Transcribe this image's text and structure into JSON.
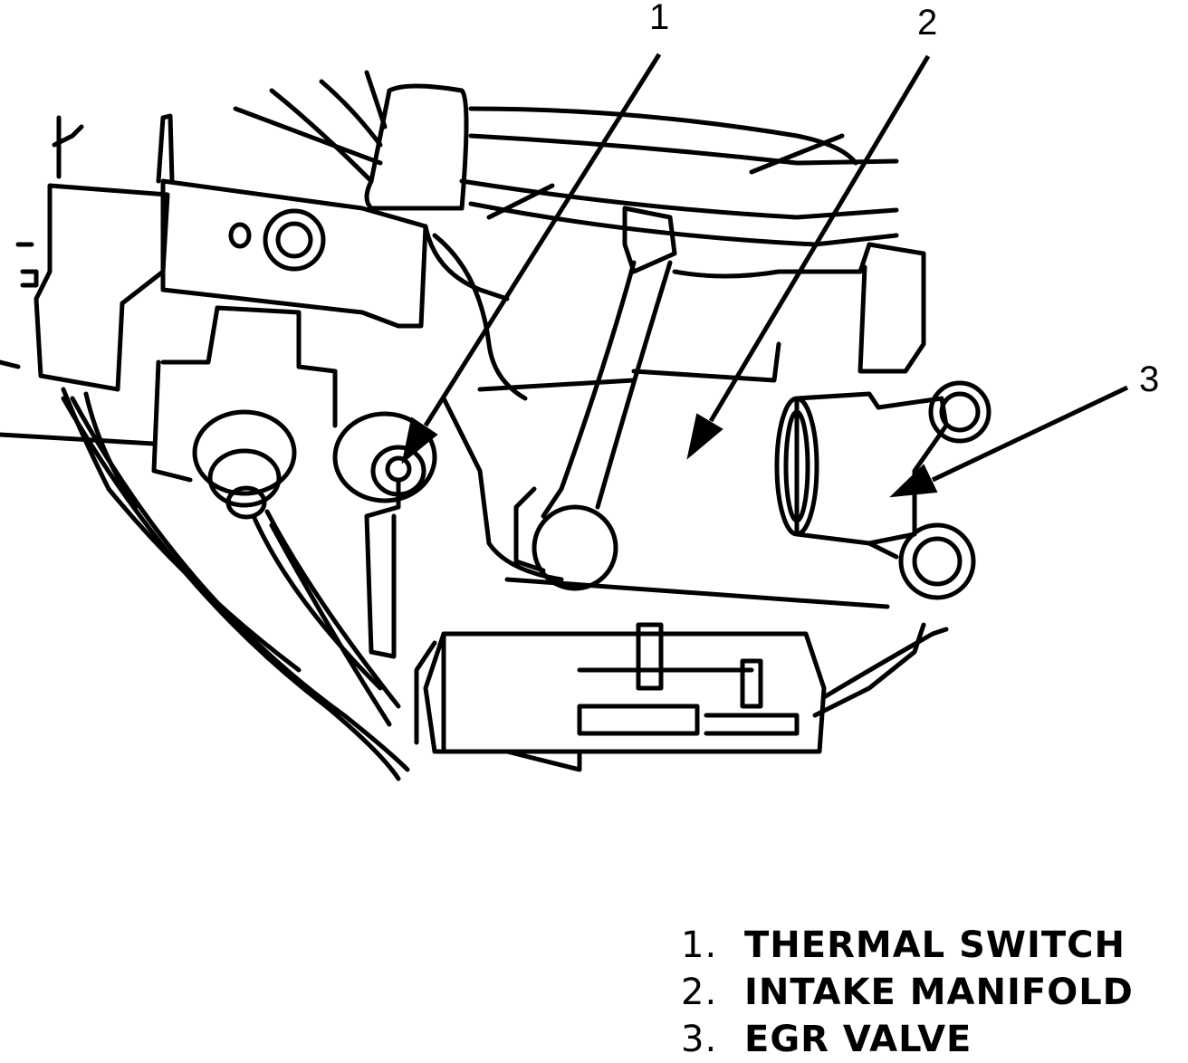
{
  "callouts": [
    {
      "id": "1",
      "label": "1"
    },
    {
      "id": "2",
      "label": "2"
    },
    {
      "id": "3",
      "label": "3"
    }
  ],
  "legend": [
    {
      "num": "1.",
      "text": "THERMAL SWITCH"
    },
    {
      "num": "2.",
      "text": "INTAKE MANIFOLD"
    },
    {
      "num": "3.",
      "text": "EGR VALVE"
    }
  ]
}
